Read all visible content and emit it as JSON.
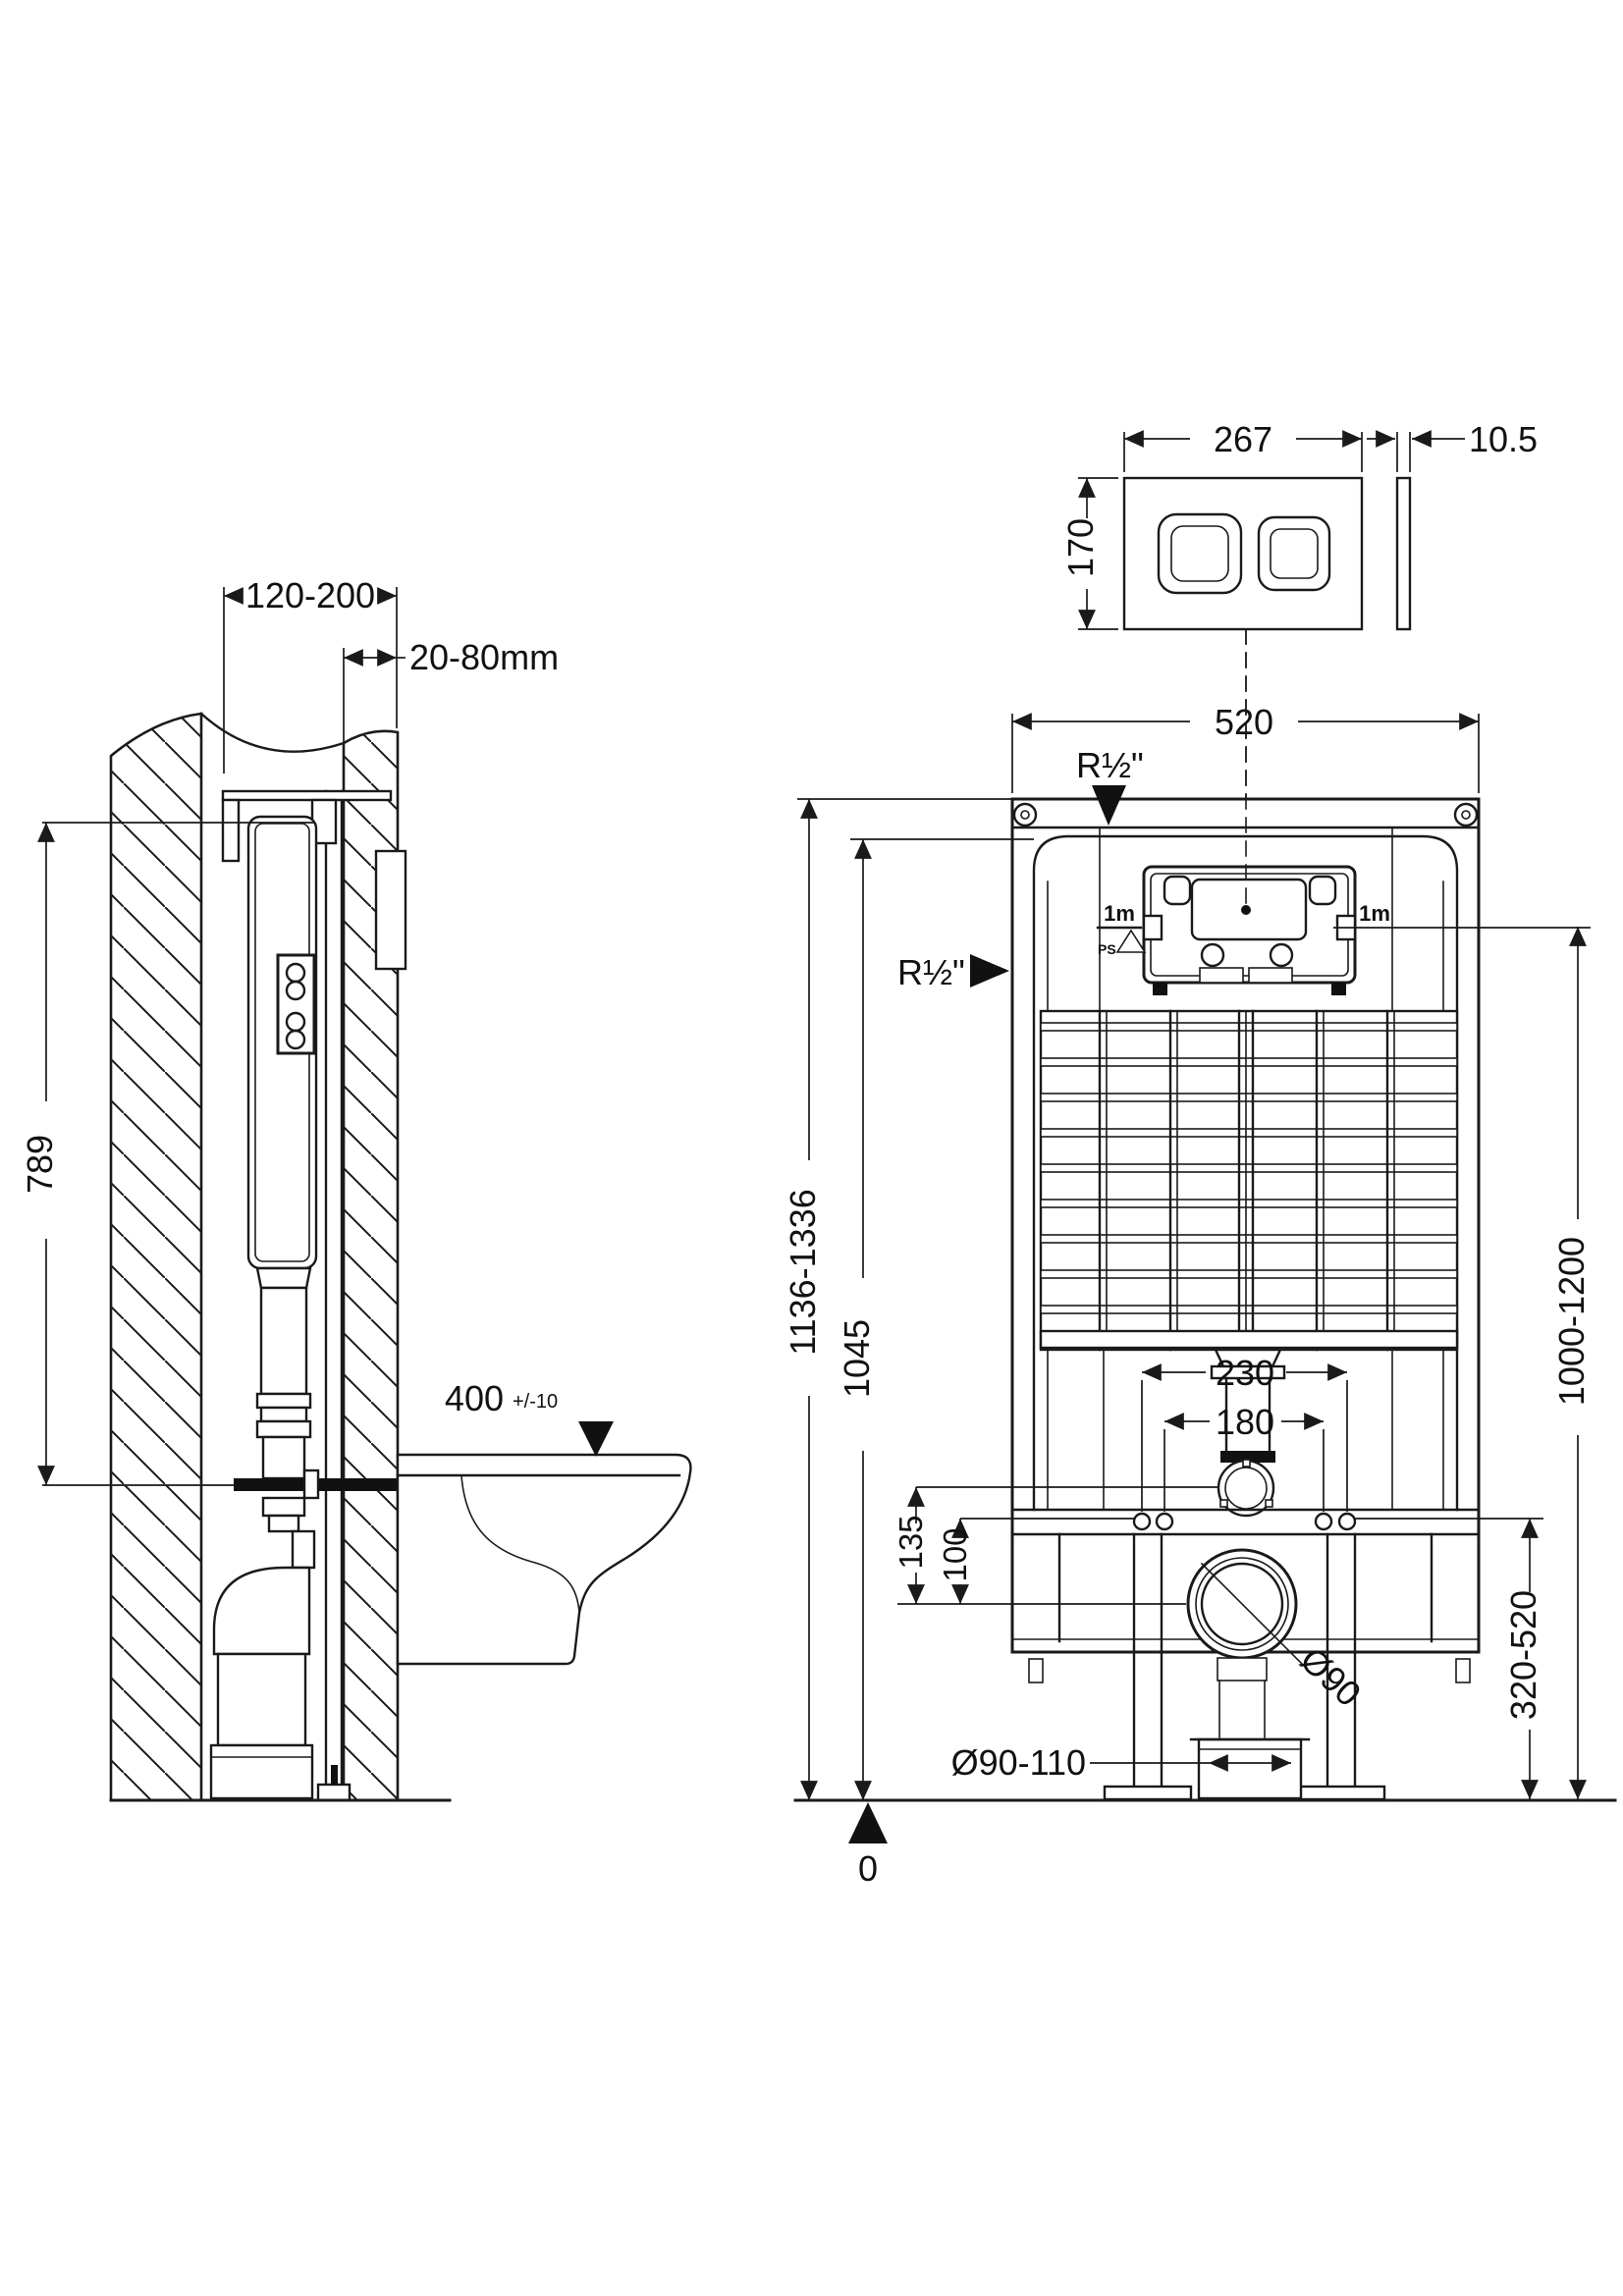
{
  "labels": {
    "plate_width": "267",
    "plate_thickness": "10.5",
    "plate_height": "170",
    "wall_depth": "120-200",
    "finish_depth": "20-80mm",
    "cistern_height": "789",
    "seat_height": "400",
    "seat_tolerance": "+/-10",
    "frame_width": "520",
    "water_inlet_top": "R½\"",
    "water_inlet_side": "R½\"",
    "access_left": "1m",
    "access_left_ps": "PS",
    "access_right": "1m",
    "total_height": "1136-1336",
    "frame_height": "1045",
    "fixing_outer": "230",
    "fixing_inner": "180",
    "flush_pipe_offset": "135",
    "fixing_rail_offset": "100",
    "drain_diameter": "Ø90",
    "outlet_diameter": "Ø90-110",
    "outlet_height": "320-520",
    "plate_mount_height": "1000-1200",
    "floor_datum": "0"
  }
}
